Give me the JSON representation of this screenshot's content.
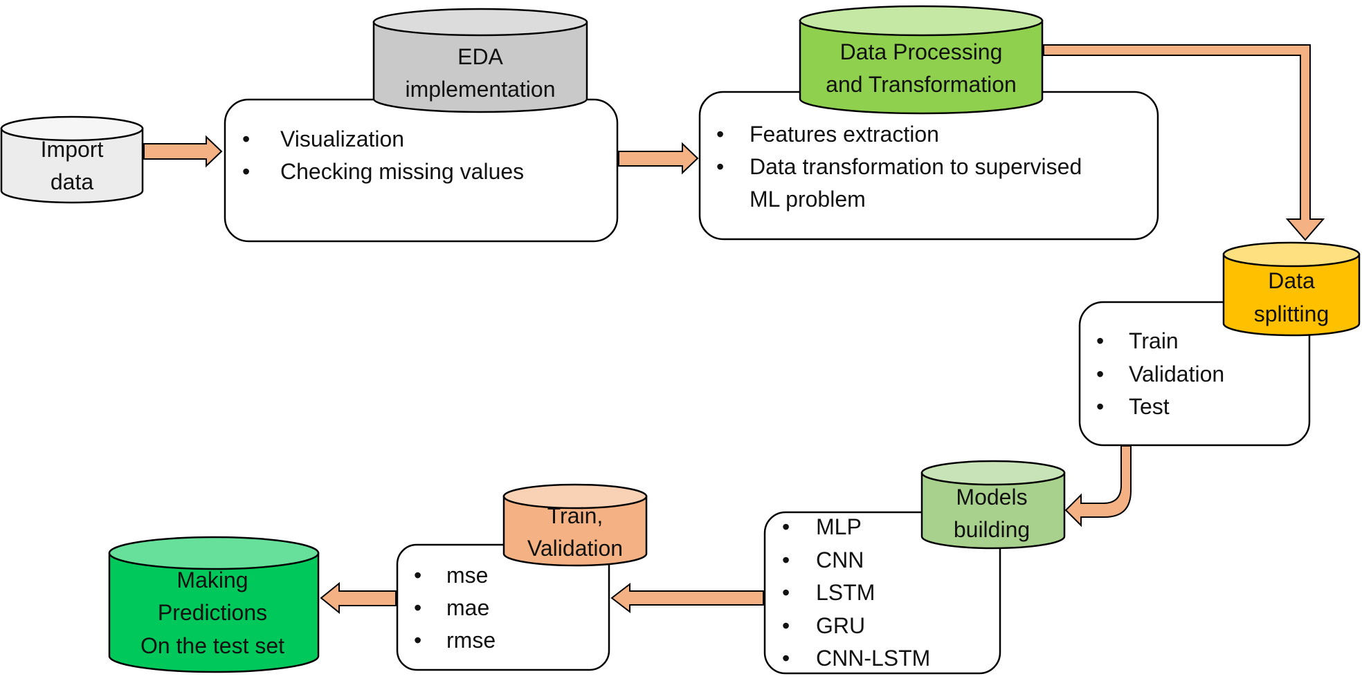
{
  "colors": {
    "arrow": "#f4b183",
    "import": "#ececec",
    "eda": "#c9c9c9",
    "processing": "#8fd14f",
    "splitting": "#ffc000",
    "models": "#a9d18e",
    "train": "#f4b183",
    "predictions": "#00c85a"
  },
  "nodes": {
    "import": {
      "lines": [
        "Import",
        "data"
      ]
    },
    "eda": {
      "lines": [
        "EDA",
        "implementation"
      ],
      "bullets": [
        "Visualization",
        "Checking missing values"
      ]
    },
    "processing": {
      "lines": [
        "Data Processing",
        "and Transformation"
      ],
      "bullets": [
        "Features extraction",
        "Data transformation to supervised",
        "ML problem"
      ]
    },
    "splitting": {
      "lines": [
        "Data",
        "splitting"
      ],
      "bullets": [
        "Train",
        "Validation",
        "Test"
      ]
    },
    "models": {
      "lines": [
        "Models",
        "building"
      ],
      "bullets": [
        "MLP",
        "CNN",
        "LSTM",
        "GRU",
        "CNN-LSTM"
      ]
    },
    "train": {
      "lines": [
        "Train,",
        "Validation"
      ],
      "bullets": [
        "mse",
        "mae",
        "rmse"
      ]
    },
    "predictions": {
      "lines": [
        "Making",
        "Predictions",
        "On the test set"
      ]
    }
  }
}
